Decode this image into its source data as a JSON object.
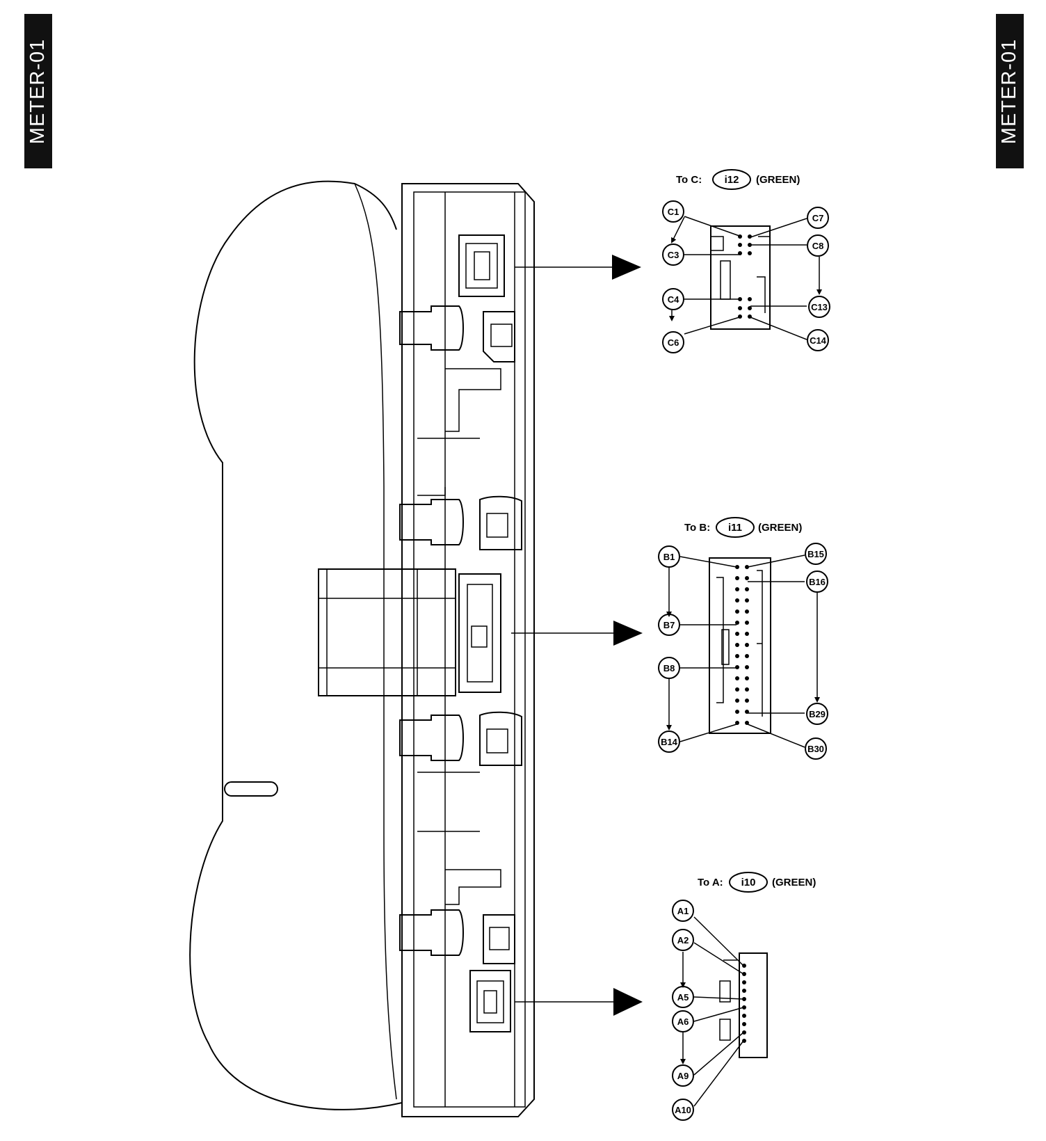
{
  "page": {
    "side_tab_left": "METER-01",
    "side_tab_right": "METER-01"
  },
  "connectors": {
    "c": {
      "prefix": "To C:",
      "code": "i12",
      "color": "(GREEN)",
      "pins": [
        "C1",
        "C3",
        "C4",
        "C6",
        "C7",
        "C8",
        "C13",
        "C14"
      ]
    },
    "b": {
      "prefix": "To B:",
      "code": "i11",
      "color": "(GREEN)",
      "pins": [
        "B1",
        "B7",
        "B8",
        "B14",
        "B15",
        "B16",
        "B29",
        "B30"
      ]
    },
    "a": {
      "prefix": "To A:",
      "code": "i10",
      "color": "(GREEN)",
      "pins": [
        "A1",
        "A2",
        "A5",
        "A6",
        "A9",
        "A10"
      ]
    }
  }
}
